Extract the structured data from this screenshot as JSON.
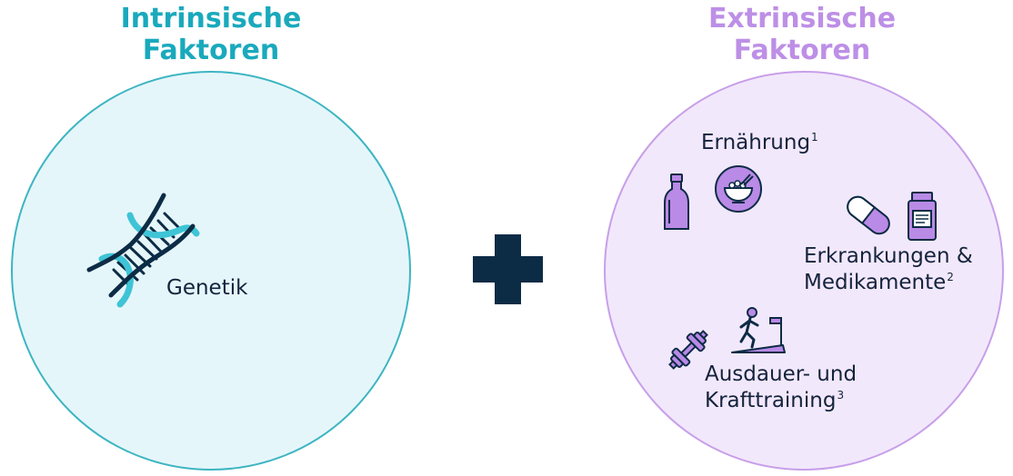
{
  "intrinsic": {
    "title_line1": "Intrinsische",
    "title_line2": "Faktoren",
    "genetics_label": "Genetik"
  },
  "extrinsic": {
    "title_line1": "Extrinsische",
    "title_line2": "Faktoren",
    "nutrition_label": "Ernährung",
    "nutrition_ref": "1",
    "disease_label_line1": "Erkrankungen &",
    "disease_label_line2": "Medikamente",
    "disease_ref": "2",
    "training_label_line1": "Ausdauer- und",
    "training_label_line2": "Krafttraining",
    "training_ref": "3"
  },
  "colors": {
    "intrinsic_accent": "#1aa9bc",
    "extrinsic_accent": "#bd8fe6",
    "plus": "#0c2b45",
    "icon_fill": "#b98ae6",
    "text": "#14233c"
  },
  "icons": [
    "dna-icon",
    "plus-icon",
    "bottle-icon",
    "bowl-icon",
    "capsule-icon",
    "medicine-jar-icon",
    "dumbbell-icon",
    "treadmill-icon"
  ]
}
